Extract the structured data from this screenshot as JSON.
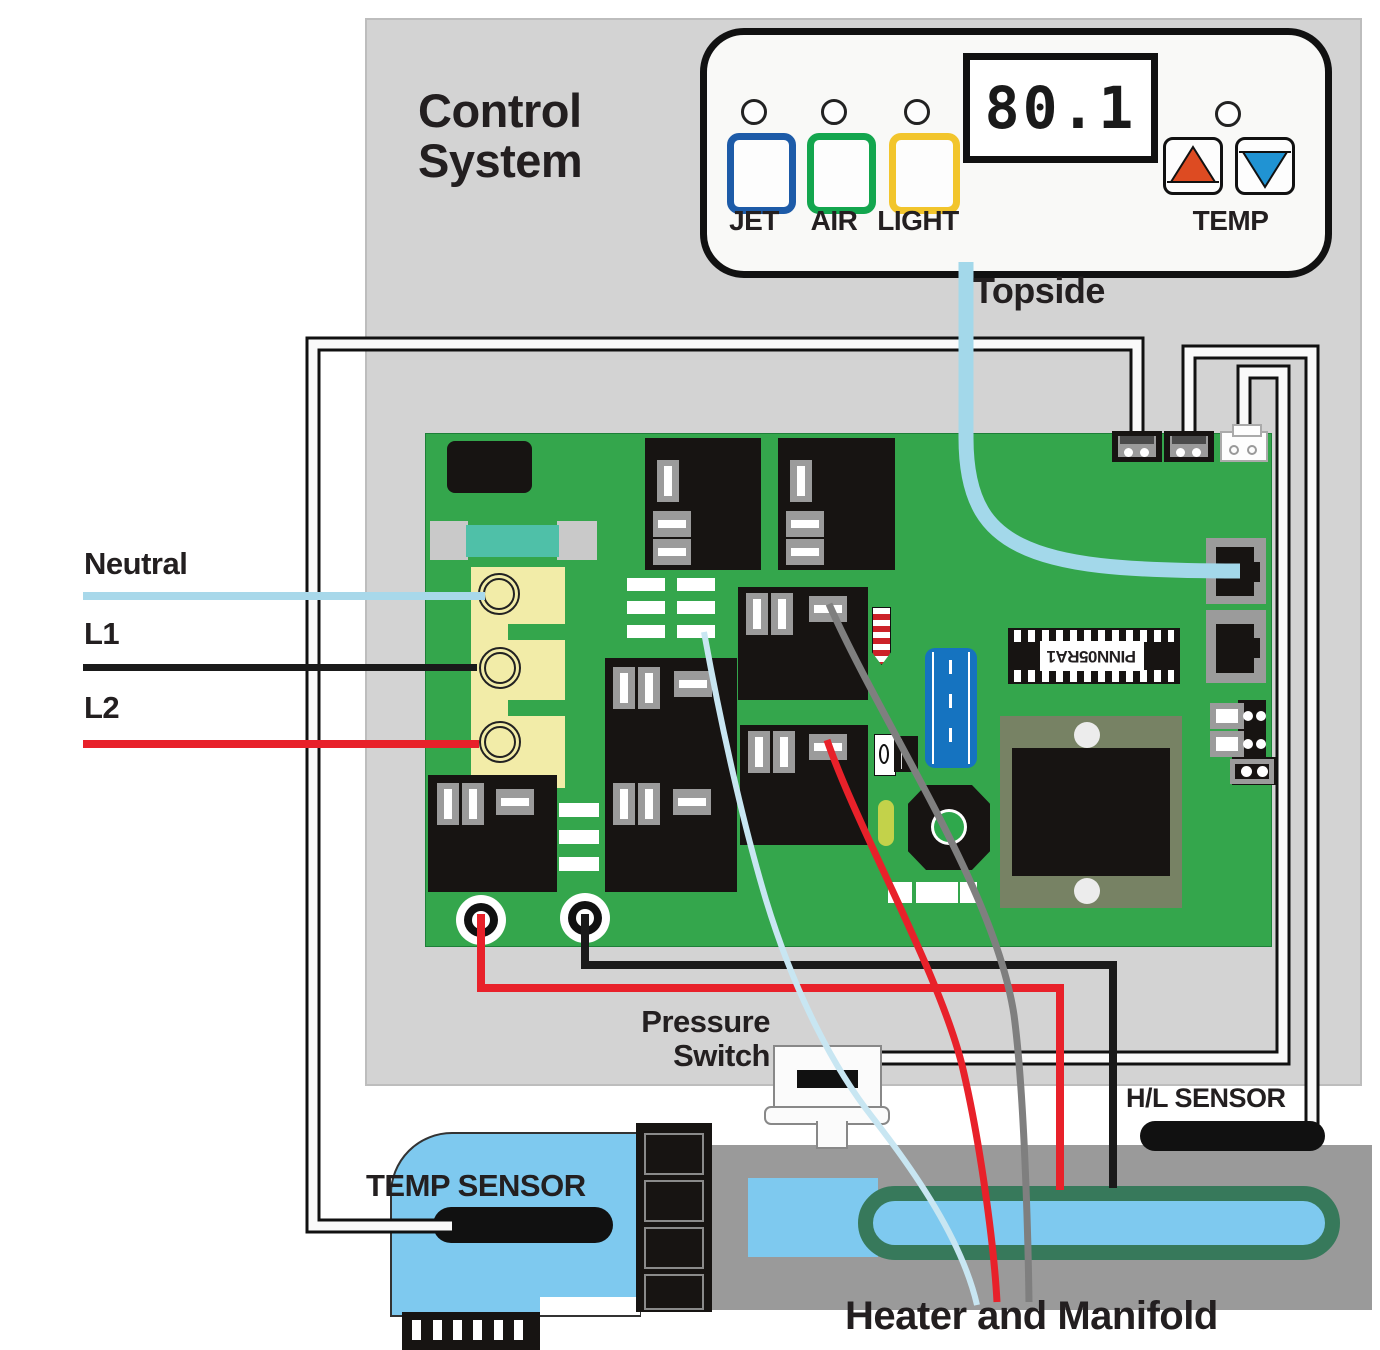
{
  "title": {
    "line1": "Control",
    "line2": "System"
  },
  "topside": {
    "panel_label": "Topside",
    "display_value": "80.1",
    "buttons": [
      {
        "label": "JET",
        "color": "#1d5ba8"
      },
      {
        "label": "AIR",
        "color": "#13a64e"
      },
      {
        "label": "LIGHT",
        "color": "#f2c52c"
      }
    ],
    "temp_label": "TEMP",
    "temp_up_color": "#dd4b22",
    "temp_down_color": "#2093d3"
  },
  "power": {
    "neutral": {
      "label": "Neutral",
      "color": "#a8d8ea"
    },
    "l1": {
      "label": "L1",
      "color": "#1a1a1a"
    },
    "l2": {
      "label": "L2",
      "color": "#e8212a"
    }
  },
  "board": {
    "chip_label": "PINN05RA1"
  },
  "labels": {
    "pressure_line1": "Pressure",
    "pressure_line2": "Switch",
    "temp_sensor": "TEMP SENSOR",
    "hl_sensor": "H/L SENSOR",
    "heater": "Heater and Manifold"
  }
}
